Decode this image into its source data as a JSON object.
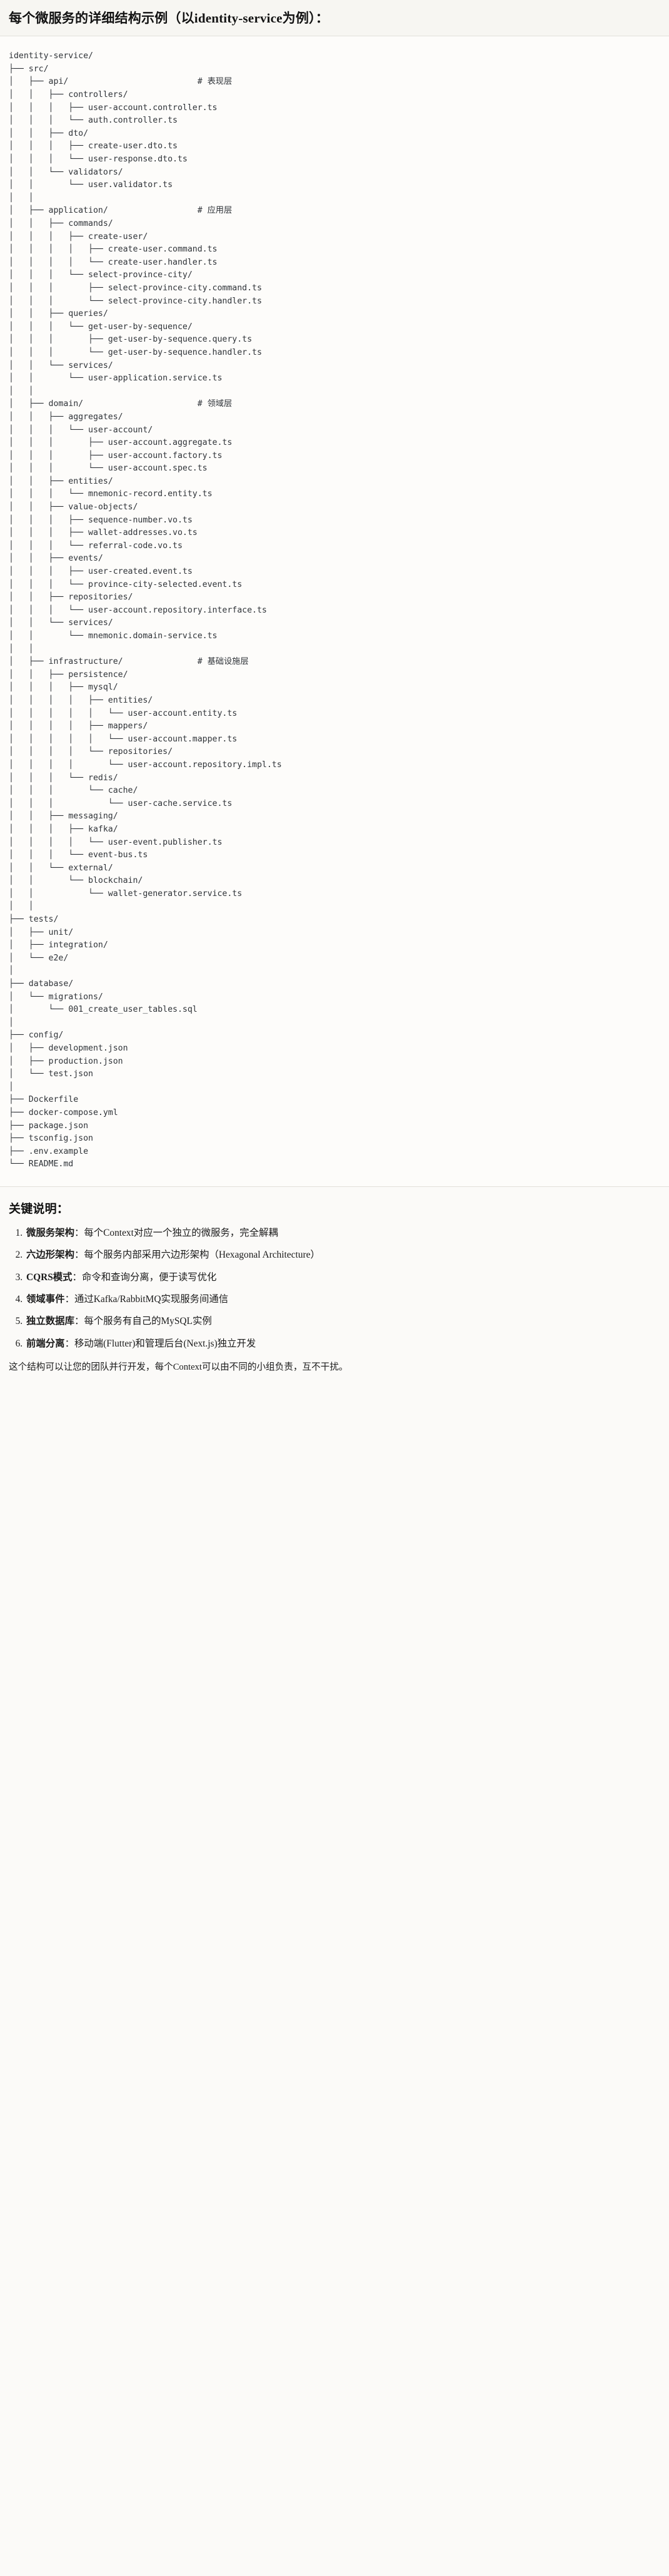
{
  "header": {
    "title": "每个微服务的详细结构示例（以identity-service为例）："
  },
  "tree": {
    "root": "identity-service/",
    "text": "identity-service/\n├── src/\n│   ├── api/                          # 表现层\n│   │   ├── controllers/\n│   │   │   ├── user-account.controller.ts\n│   │   │   └── auth.controller.ts\n│   │   ├── dto/\n│   │   │   ├── create-user.dto.ts\n│   │   │   └── user-response.dto.ts\n│   │   └── validators/\n│   │       └── user.validator.ts\n│   │\n│   ├── application/                  # 应用层\n│   │   ├── commands/\n│   │   │   ├── create-user/\n│   │   │   │   ├── create-user.command.ts\n│   │   │   │   └── create-user.handler.ts\n│   │   │   └── select-province-city/\n│   │   │       ├── select-province-city.command.ts\n│   │   │       └── select-province-city.handler.ts\n│   │   ├── queries/\n│   │   │   └── get-user-by-sequence/\n│   │   │       ├── get-user-by-sequence.query.ts\n│   │   │       └── get-user-by-sequence.handler.ts\n│   │   └── services/\n│   │       └── user-application.service.ts\n│   │\n│   ├── domain/                       # 领域层\n│   │   ├── aggregates/\n│   │   │   └── user-account/\n│   │   │       ├── user-account.aggregate.ts\n│   │   │       ├── user-account.factory.ts\n│   │   │       └── user-account.spec.ts\n│   │   ├── entities/\n│   │   │   └── mnemonic-record.entity.ts\n│   │   ├── value-objects/\n│   │   │   ├── sequence-number.vo.ts\n│   │   │   ├── wallet-addresses.vo.ts\n│   │   │   └── referral-code.vo.ts\n│   │   ├── events/\n│   │   │   ├── user-created.event.ts\n│   │   │   └── province-city-selected.event.ts\n│   │   ├── repositories/\n│   │   │   └── user-account.repository.interface.ts\n│   │   └── services/\n│   │       └── mnemonic.domain-service.ts\n│   │\n│   ├── infrastructure/               # 基础设施层\n│   │   ├── persistence/\n│   │   │   ├── mysql/\n│   │   │   │   ├── entities/\n│   │   │   │   │   └── user-account.entity.ts\n│   │   │   │   ├── mappers/\n│   │   │   │   │   └── user-account.mapper.ts\n│   │   │   │   └── repositories/\n│   │   │   │       └── user-account.repository.impl.ts\n│   │   │   └── redis/\n│   │   │       └── cache/\n│   │   │           └── user-cache.service.ts\n│   │   ├── messaging/\n│   │   │   ├── kafka/\n│   │   │   │   └── user-event.publisher.ts\n│   │   │   └── event-bus.ts\n│   │   └── external/\n│   │       └── blockchain/\n│   │           └── wallet-generator.service.ts\n│   │\n├── tests/\n│   ├── unit/\n│   ├── integration/\n│   └── e2e/\n│\n├── database/\n│   └── migrations/\n│       └── 001_create_user_tables.sql\n│\n├── config/\n│   ├── development.json\n│   ├── production.json\n│   └── test.json\n│\n├── Dockerfile\n├── docker-compose.yml\n├── package.json\n├── tsconfig.json\n├── .env.example\n└── README.md"
  },
  "notes": {
    "heading": "关键说明：",
    "items": [
      {
        "term": "微服务架构",
        "desc": "：每个Context对应一个独立的微服务，完全解耦"
      },
      {
        "term": "六边形架构",
        "desc": "：每个服务内部采用六边形架构（Hexagonal Architecture）"
      },
      {
        "term": "CQRS模式",
        "desc": "：命令和查询分离，便于读写优化"
      },
      {
        "term": "领域事件",
        "desc": "：通过Kafka/RabbitMQ实现服务间通信"
      },
      {
        "term": "独立数据库",
        "desc": "：每个服务有自己的MySQL实例"
      },
      {
        "term": "前端分离",
        "desc": "：移动端(Flutter)和管理后台(Next.js)独立开发"
      }
    ],
    "closing": "这个结构可以让您的团队并行开发，每个Context可以由不同的小组负责，互不干扰。"
  }
}
